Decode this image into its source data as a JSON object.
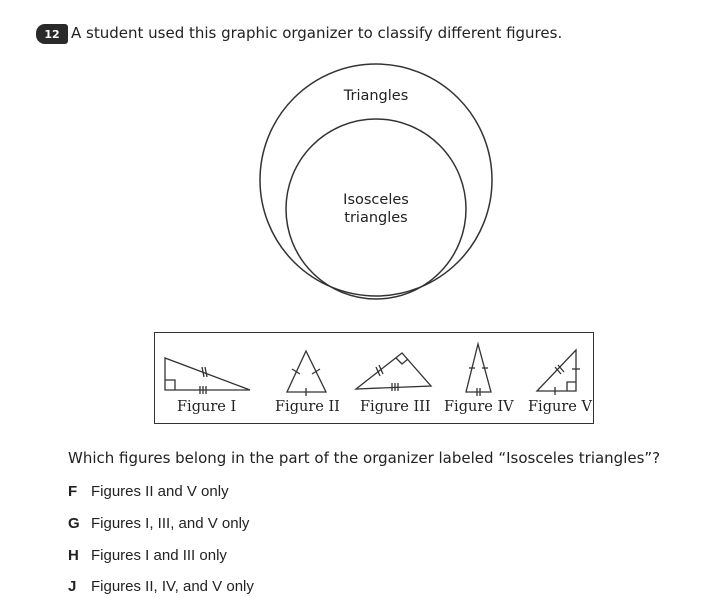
{
  "question_number": "12",
  "prompt": "A student used this graphic organizer to classify different figures.",
  "organizer": {
    "outer_label": "Triangles",
    "inner_label_line1": "Isosceles",
    "inner_label_line2": "triangles"
  },
  "figures": [
    {
      "label": "Figure I",
      "icon": "right-triangle-icon"
    },
    {
      "label": "Figure II",
      "icon": "equilateral-triangle-icon"
    },
    {
      "label": "Figure III",
      "icon": "obtuse-isosceles-triangle-icon"
    },
    {
      "label": "Figure IV",
      "icon": "isosceles-triangle-icon"
    },
    {
      "label": "Figure V",
      "icon": "isosceles-right-triangle-icon"
    }
  ],
  "question": "Which figures belong in the part of the organizer labeled “Isosceles triangles”?",
  "choices": [
    {
      "letter": "F",
      "text": "Figures II and V only"
    },
    {
      "letter": "G",
      "text": "Figures I, III, and V only"
    },
    {
      "letter": "H",
      "text": "Figures I and III only"
    },
    {
      "letter": "J",
      "text": "Figures II, IV, and V only"
    }
  ]
}
